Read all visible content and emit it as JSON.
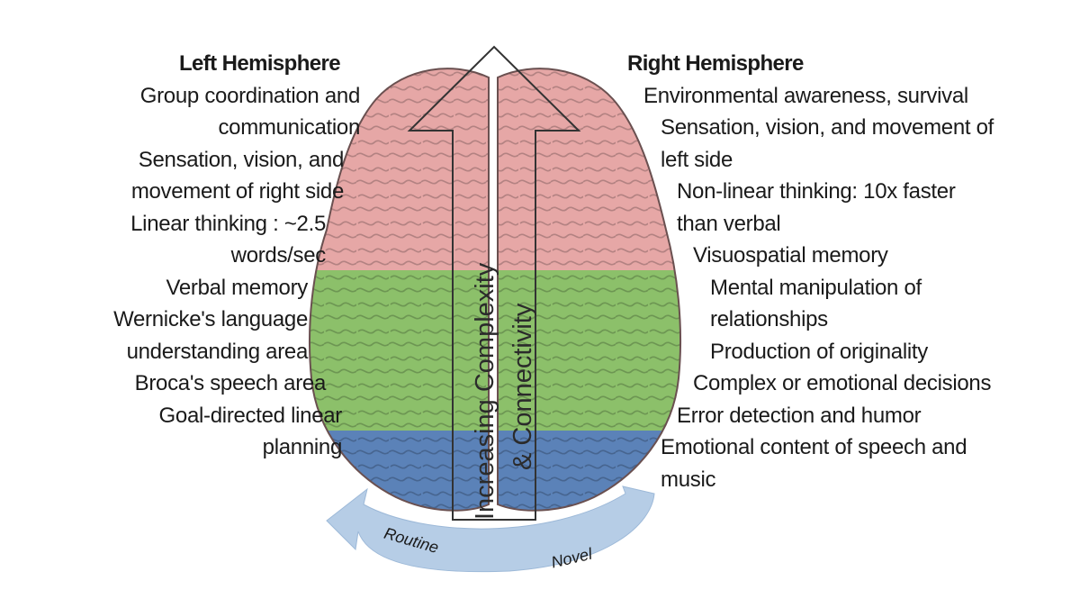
{
  "left": {
    "heading": "Left Hemisphere",
    "lines": [
      "Group coordination and",
      "communication",
      "Sensation, vision, and",
      "movement of right side",
      "Linear thinking : ~2.5",
      "words/sec",
      "Verbal memory",
      "Wernicke's language",
      "understanding area",
      "Broca's speech area",
      "Goal-directed linear",
      "planning"
    ]
  },
  "right": {
    "heading": "Right Hemisphere",
    "lines": [
      "Environmental awareness, survival",
      "Sensation, vision, and movement of",
      "left side",
      "Non-linear thinking: 10x faster",
      "than verbal",
      "Visuospatial memory",
      "Mental manipulation of",
      "relationships",
      "Production of originality",
      "Complex or emotional decisions",
      "Error detection and humor",
      "Emotional content of speech and",
      "music"
    ]
  },
  "arrow": {
    "line1": "Increasing Complexity",
    "line2": "& Connectivity"
  },
  "curve": {
    "routine": "Routine",
    "novel": "Novel"
  },
  "colors": {
    "frontal": "#e6a7a6",
    "middle": "#8cc06a",
    "back": "#5b82b8",
    "curve_arrow": "#b6cde6",
    "outline": "#3a3a3a"
  }
}
